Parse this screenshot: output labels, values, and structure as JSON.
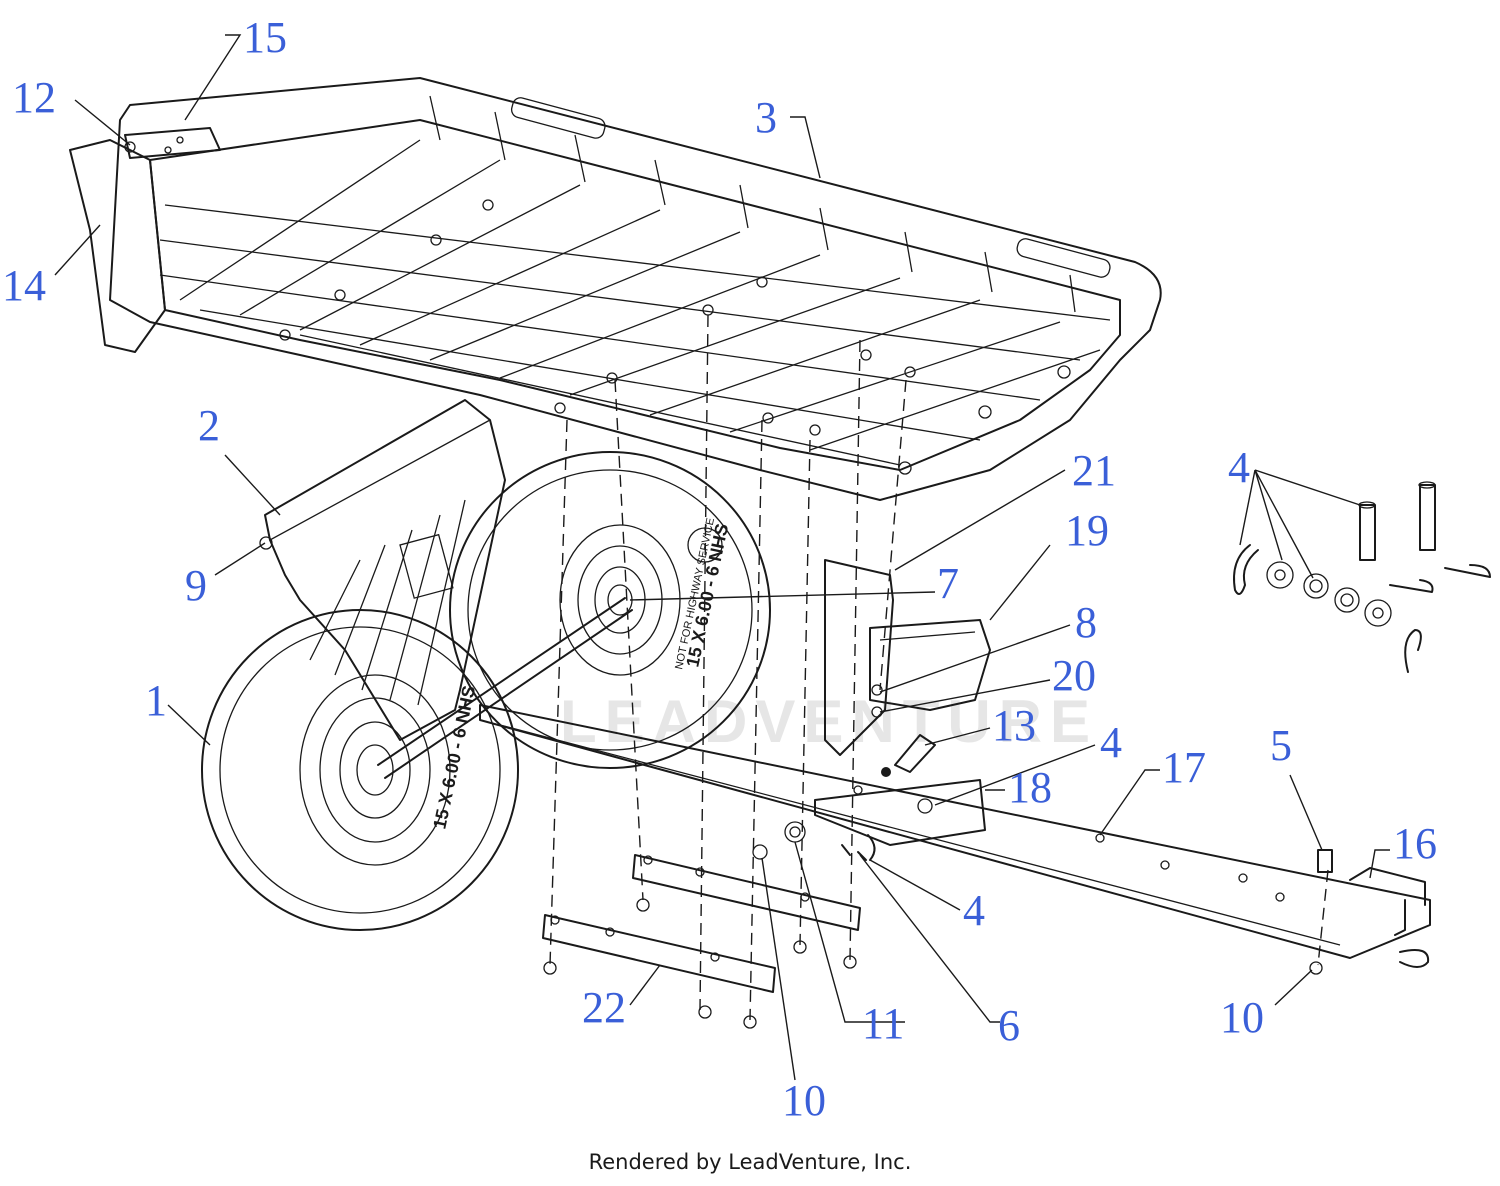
{
  "colors": {
    "callout": "#3a5fd8",
    "line": "#1a1a1a",
    "watermark": "#e6e6e6"
  },
  "callouts": [
    {
      "id": "c15",
      "text": "15"
    },
    {
      "id": "c12",
      "text": "12"
    },
    {
      "id": "c3",
      "text": "3"
    },
    {
      "id": "c14",
      "text": "14"
    },
    {
      "id": "c2",
      "text": "2"
    },
    {
      "id": "c9",
      "text": "9"
    },
    {
      "id": "c21",
      "text": "21"
    },
    {
      "id": "c4a",
      "text": "4"
    },
    {
      "id": "c19",
      "text": "19"
    },
    {
      "id": "c7",
      "text": "7"
    },
    {
      "id": "c8",
      "text": "8"
    },
    {
      "id": "c20",
      "text": "20"
    },
    {
      "id": "c1",
      "text": "1"
    },
    {
      "id": "c13",
      "text": "13"
    },
    {
      "id": "c4b",
      "text": "4"
    },
    {
      "id": "c18",
      "text": "18"
    },
    {
      "id": "c17",
      "text": "17"
    },
    {
      "id": "c5",
      "text": "5"
    },
    {
      "id": "c16",
      "text": "16"
    },
    {
      "id": "c4c",
      "text": "4"
    },
    {
      "id": "c22",
      "text": "22"
    },
    {
      "id": "c11",
      "text": "11"
    },
    {
      "id": "c6",
      "text": "6"
    },
    {
      "id": "c10a",
      "text": "10"
    },
    {
      "id": "c10b",
      "text": "10"
    }
  ],
  "tire_text": {
    "size": "15 X 6.00 - 6 NHS",
    "note": "NOT FOR HIGHWAY SERVICE"
  },
  "watermark": "LEADVENTURE",
  "footer": "Rendered by LeadVenture, Inc."
}
